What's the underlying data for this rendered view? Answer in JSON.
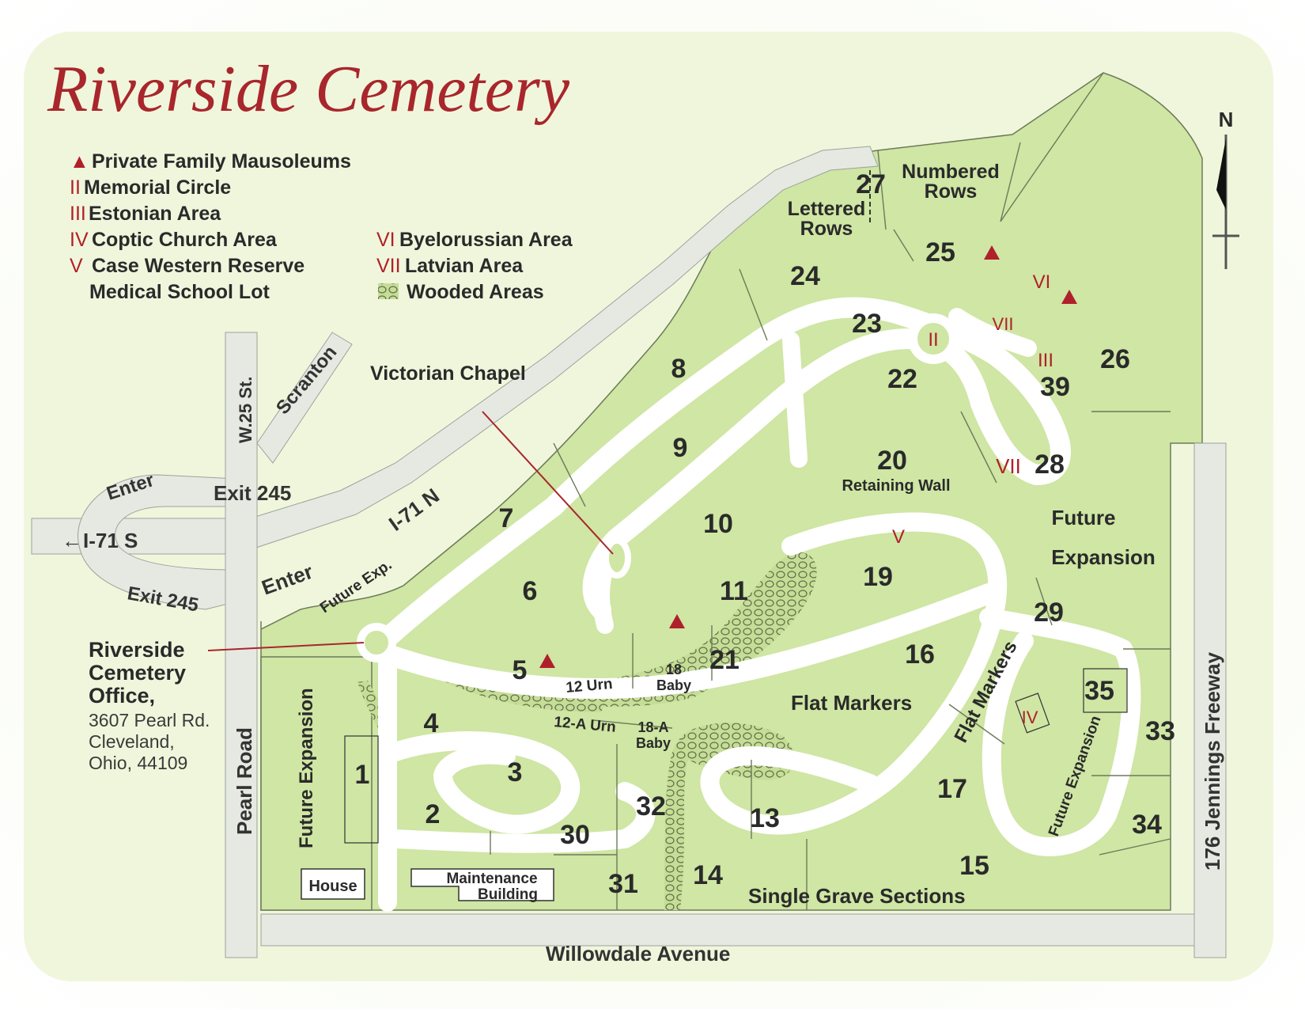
{
  "title": "Riverside Cemetery",
  "legend": {
    "left": [
      {
        "symbol": "▲",
        "text": "Private Family Mausoleums"
      },
      {
        "symbol": "II",
        "text": "Memorial Circle"
      },
      {
        "symbol": "III",
        "text": "Estonian Area"
      },
      {
        "symbol": "IV",
        "text": "Coptic Church Area"
      },
      {
        "symbol": "V",
        "text": "Case Western Reserve"
      },
      {
        "symbol": "",
        "text": "Medical School Lot"
      }
    ],
    "right": [
      {
        "symbol": "VI",
        "text": "Byelorussian Area"
      },
      {
        "symbol": "VII",
        "text": "Latvian Area"
      },
      {
        "symbol": "",
        "text": "Wooded Areas"
      }
    ]
  },
  "north_label": "N",
  "office": {
    "name_lines": [
      "Riverside",
      "Cemetery",
      "Office,"
    ],
    "address_lines": [
      "3607 Pearl Rd.",
      "Cleveland,",
      "Ohio, 44109"
    ]
  },
  "roads": {
    "w25": "W.25 St.",
    "scranton": "Scranton",
    "i71s": "I-71 S",
    "i71n": "I-71 N",
    "enter": "Enter",
    "exit_245": "Exit 245",
    "pearl_road": "Pearl Road",
    "willowdale": "Willowdale Avenue",
    "jennings": "176  Jennings Freeway"
  },
  "labels": {
    "victorian_chapel": "Victorian Chapel",
    "numbered_rows": [
      "Numbered",
      "Rows"
    ],
    "lettered_rows": [
      "Lettered",
      "Rows"
    ],
    "retaining_wall": "Retaining Wall",
    "future_expansion": [
      "Future",
      "Expansion"
    ],
    "future_exp": "Future Exp.",
    "future_expansion_vertical": "Future Expansion",
    "flat_markers": "Flat Markers",
    "single_grave_sections": "Single Grave Sections",
    "house": "House",
    "maintenance_building": [
      "Maintenance",
      "Building"
    ],
    "urn_12": "12 Urn",
    "urn_12a": "12-A Urn",
    "baby_18": [
      "18",
      "Baby"
    ],
    "baby_18a": [
      "18-A",
      "Baby"
    ]
  },
  "sections": [
    "1",
    "2",
    "3",
    "4",
    "5",
    "6",
    "7",
    "8",
    "9",
    "10",
    "11",
    "13",
    "14",
    "15",
    "16",
    "17",
    "19",
    "20",
    "21",
    "22",
    "23",
    "24",
    "25",
    "26",
    "27",
    "28",
    "29",
    "30",
    "31",
    "32",
    "33",
    "34",
    "35",
    "39"
  ],
  "area_markers": [
    "II",
    "III",
    "IV",
    "V",
    "VI",
    "VII",
    "VII"
  ],
  "colors": {
    "grass": "#cfe6a4",
    "road": "#ffffff",
    "highway": "#e8ebe4",
    "accent_red": "#b0202a",
    "title_red": "#a8262c"
  }
}
